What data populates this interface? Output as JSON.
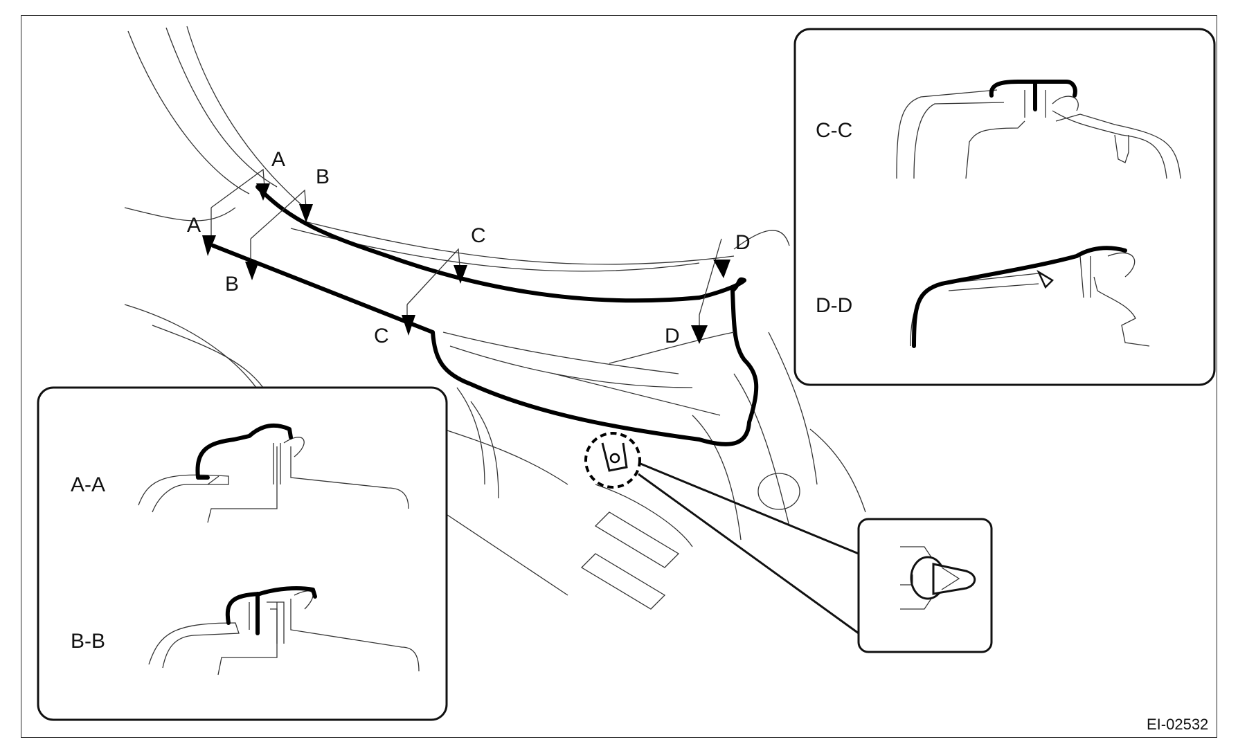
{
  "labels": {
    "a": "A",
    "b": "B",
    "c": "C",
    "d": "D"
  },
  "sections": {
    "aa": "A-A",
    "bb": "B-B",
    "cc": "C-C",
    "dd": "D-D"
  },
  "figure_code": "EI-02532"
}
